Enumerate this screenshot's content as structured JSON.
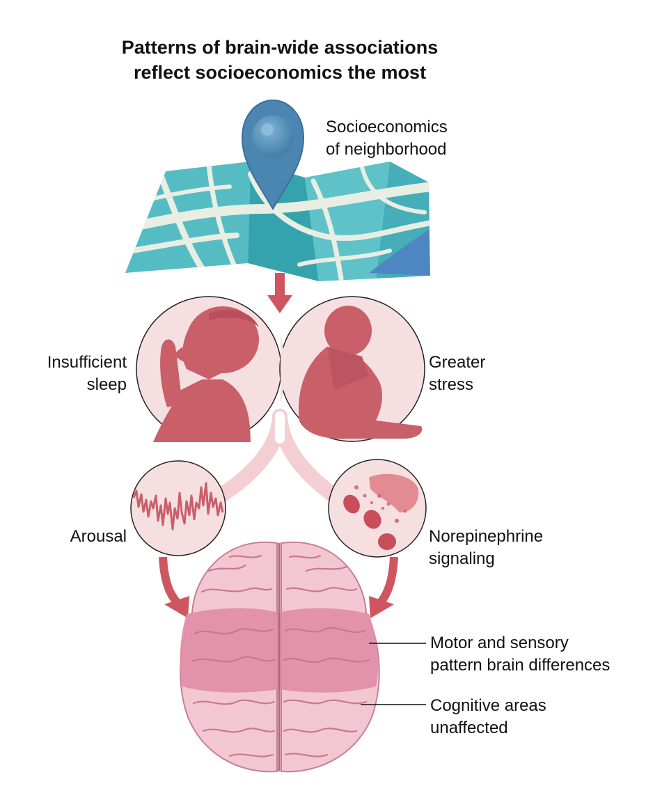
{
  "title": {
    "line1": "Patterns of brain-wide associations",
    "line2": "reflect socioeconomics the most"
  },
  "labels": {
    "socioeconomics": {
      "line1": "Socioeconomics",
      "line2": "of neighborhood"
    },
    "sleep": {
      "line1": "Insufficient",
      "line2": "sleep"
    },
    "stress": {
      "line1": "Greater",
      "line2": "stress"
    },
    "arousal": "Arousal",
    "norepinephrine": {
      "line1": "Norepinephrine",
      "line2": "signaling"
    },
    "motor_sensory": {
      "line1": "Motor and sensory",
      "line2": "pattern brain differences"
    },
    "cognitive": {
      "line1": "Cognitive areas",
      "line2": "unaffected"
    }
  },
  "colors": {
    "map_teal": "#4fb7bf",
    "map_dark": "#2f9aa6",
    "pin_blue": "#4e88b4",
    "arrow_red": "#cf5660",
    "circle_fill": "#f6dfe1",
    "silhouette": "#cb5f68",
    "brain_light": "#f2c3cf",
    "brain_mid": "#e28ea8"
  }
}
